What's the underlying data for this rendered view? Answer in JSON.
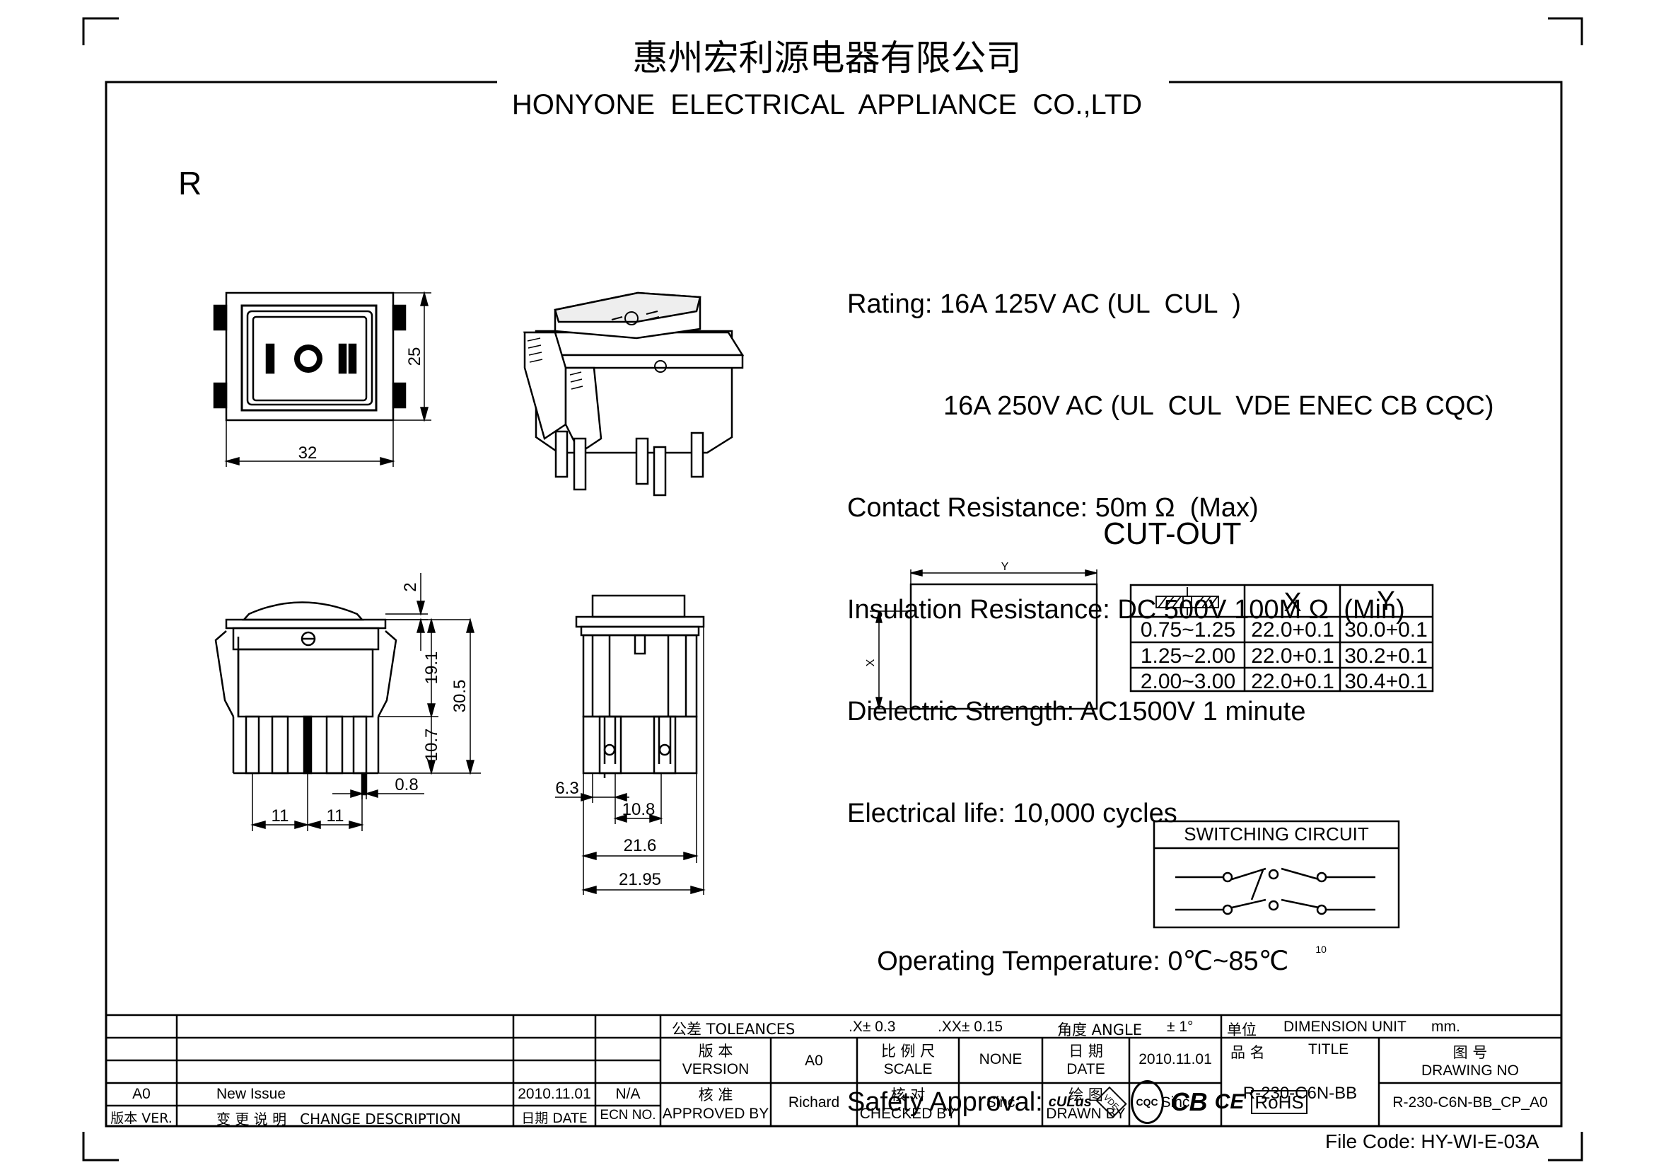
{
  "header": {
    "company_cn": "惠州宏利源电器有限公司",
    "company_en": "HONYONE  ELECTRICAL  APPLIANCE  CO.,LTD"
  },
  "series_letter": "R",
  "specs": {
    "rating_1": "Rating: 16A 125V AC (UL  CUL  )",
    "rating_2": "16A 250V AC (UL  CUL  VDE ENEC CB CQC)",
    "contact_resistance": "Contact Resistance: 50m Ω  (Max)",
    "insulation_resistance": "Insulation Resistance: DC 500V 100M Ω  (Min)",
    "dielectric_strength": "Dielectric Strength: AC1500V 1 minute",
    "electrical_life": "Electrical life: 10,000 cycles",
    "operating_temperature": "Operating Temperature: 0℃~85℃",
    "temp_superscript": "10",
    "safety_approval": "Safety Approval:",
    "approval_marks": [
      "cULus",
      "VDE",
      "CQC",
      "CB",
      "CE",
      "RoHS"
    ]
  },
  "dimensions": {
    "top_width": "32",
    "top_height": "25",
    "side_2": "2",
    "side_19_1": "19.1",
    "side_30_5": "30.5",
    "side_10_7": "10.7",
    "side_0_8": "0.8",
    "side_11a": "11",
    "side_11b": "11",
    "end_6_3": "6.3",
    "end_10_8": "10.8",
    "end_21_6": "21.6",
    "end_21_95": "21.95"
  },
  "cutout": {
    "title": "CUT-OUT",
    "label_x": "X",
    "label_y": "Y",
    "table_headers": [
      "",
      "X",
      "Y"
    ],
    "table_rows": [
      [
        "0.75~1.25",
        "22.0+0.1",
        "30.0+0.1"
      ],
      [
        "1.25~2.00",
        "22.0+0.1",
        "30.2+0.1"
      ],
      [
        "2.00~3.00",
        "22.0+0.1",
        "30.4+0.1"
      ]
    ]
  },
  "switching_circuit": {
    "title": "SWITCHING CIRCUIT"
  },
  "title_block": {
    "tolerances_label": "公差 TOLEANCES",
    "tol_x": ".X± 0.3",
    "tol_xx": ".XX± 0.15",
    "angle_label": "角度 ANGLE",
    "angle_value": "± 1°",
    "unit_label": "单位",
    "dimension_unit_label": "DIMENSION UNIT",
    "unit_value": "mm.",
    "version_cn": "版 本",
    "version_en": "VERSION",
    "version_value": "A0",
    "scale_cn": "比 例 尺",
    "scale_en": "SCALE",
    "scale_value": "NONE",
    "date_cn": "日 期",
    "date_en": "DATE",
    "date_value": "2010.11.01",
    "name_cn": "品 名",
    "title_en": "TITLE",
    "title_value": "R-230-C6N-BB",
    "drawing_no_cn": "图 号",
    "drawing_no_en": "DRAWING NO",
    "drawing_no_value": "R-230-C6N-BB_CP_A0",
    "approved_cn": "核 准",
    "approved_en": "APPROVED BY",
    "approved_value": "Richard",
    "checked_cn": "核 对",
    "checked_en": "CHECKED BY",
    "checked_value": "Sinc",
    "drawn_cn": "绘 图",
    "drawn_en": "DRAWN BY",
    "drawn_value": "Sinc",
    "rev_version": "A0",
    "rev_description": "New Issue",
    "rev_date": "2010.11.01",
    "rev_ecn": "N/A",
    "col_version": "版本 VER.",
    "col_change": "变 更 说 明   CHANGE DESCRIPTION",
    "col_date": "日期 DATE",
    "col_ecn": "ECN NO."
  },
  "file_code": "File Code: HY-WI-E-03A"
}
